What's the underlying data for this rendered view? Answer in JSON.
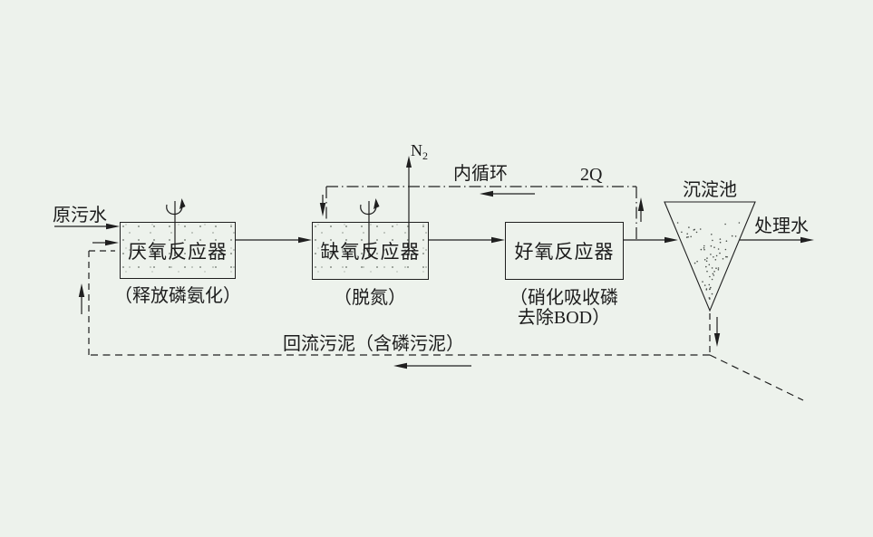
{
  "labels": {
    "raw_water": "原污水",
    "treated_water": "处理水",
    "internal_circulation": "内循环",
    "recycle_flow_rate": "2Q",
    "n2_main": "N",
    "n2_sub": "2",
    "sedimentation_tank": "沉淀池",
    "return_sludge": "回流污泥（含磷污泥）"
  },
  "reactors": [
    {
      "name": "厌氧反应器",
      "caption": "（释放磷氨化）"
    },
    {
      "name": "缺氧反应器",
      "caption": "（脱氮）"
    },
    {
      "name": "好氧反应器",
      "caption_line1": "（硝化吸收磷",
      "caption_line2": "去除BOD）"
    }
  ],
  "colors": {
    "background": "#edf2ec",
    "line": "#1f1f1f"
  }
}
